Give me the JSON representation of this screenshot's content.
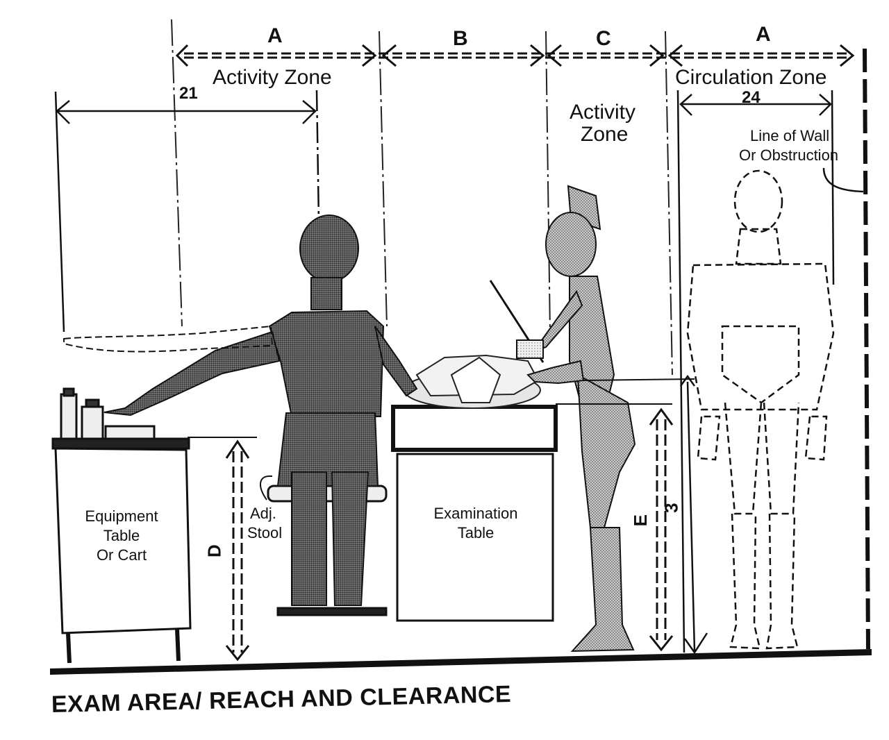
{
  "dimensions": {
    "top": [
      "A",
      "B",
      "C",
      "A"
    ],
    "reach": "21",
    "circulation_width": "24",
    "side": [
      "D",
      "E",
      "3"
    ]
  },
  "zones": {
    "activity_left": "Activity Zone",
    "activity_right": [
      "Activity",
      "Zone"
    ],
    "circulation": "Circulation Zone"
  },
  "labels": {
    "wall": [
      "Line of Wall",
      "Or Obstruction"
    ],
    "stool": [
      "Adj.",
      "Stool"
    ],
    "equipment": [
      "Equipment",
      "Table",
      "Or Cart"
    ],
    "exam_table": [
      "Examination",
      "Table"
    ]
  },
  "title": "EXAM AREA/ REACH AND CLEARANCE"
}
